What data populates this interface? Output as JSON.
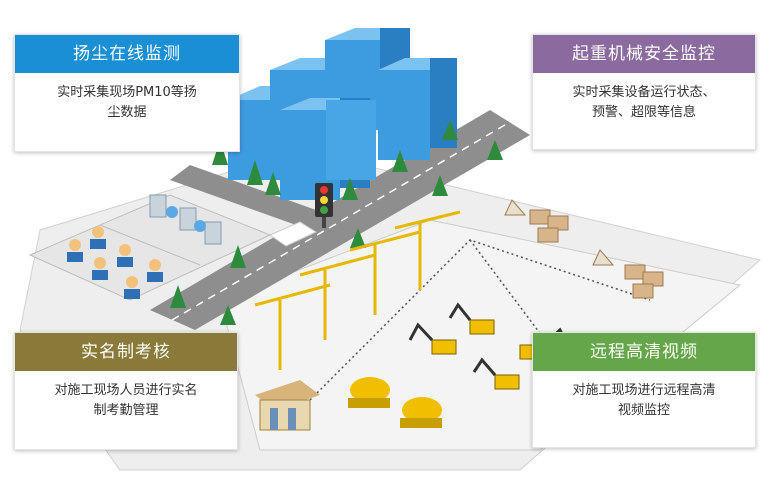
{
  "colors": {
    "dust_head": "#1a8fd6",
    "crane_head": "#8a6a9f",
    "realname_head": "#8a7a3a",
    "video_head": "#66a64a"
  },
  "cards": {
    "dust": {
      "title": "扬尘在线监测",
      "body_lines": [
        "实时采集现场PM10等扬",
        "尘数据"
      ]
    },
    "crane": {
      "title": "起重机械安全监控",
      "body_lines": [
        "实时采集设备运行状态、",
        "预警、超限等信息"
      ]
    },
    "realname": {
      "title": "实名制考核",
      "body_lines": [
        "对施工现场人员进行实名",
        "制考勤管理"
      ]
    },
    "video": {
      "title": "远程高清视频",
      "body_lines": [
        "对施工现场进行远程高清",
        "视频监控"
      ]
    }
  }
}
